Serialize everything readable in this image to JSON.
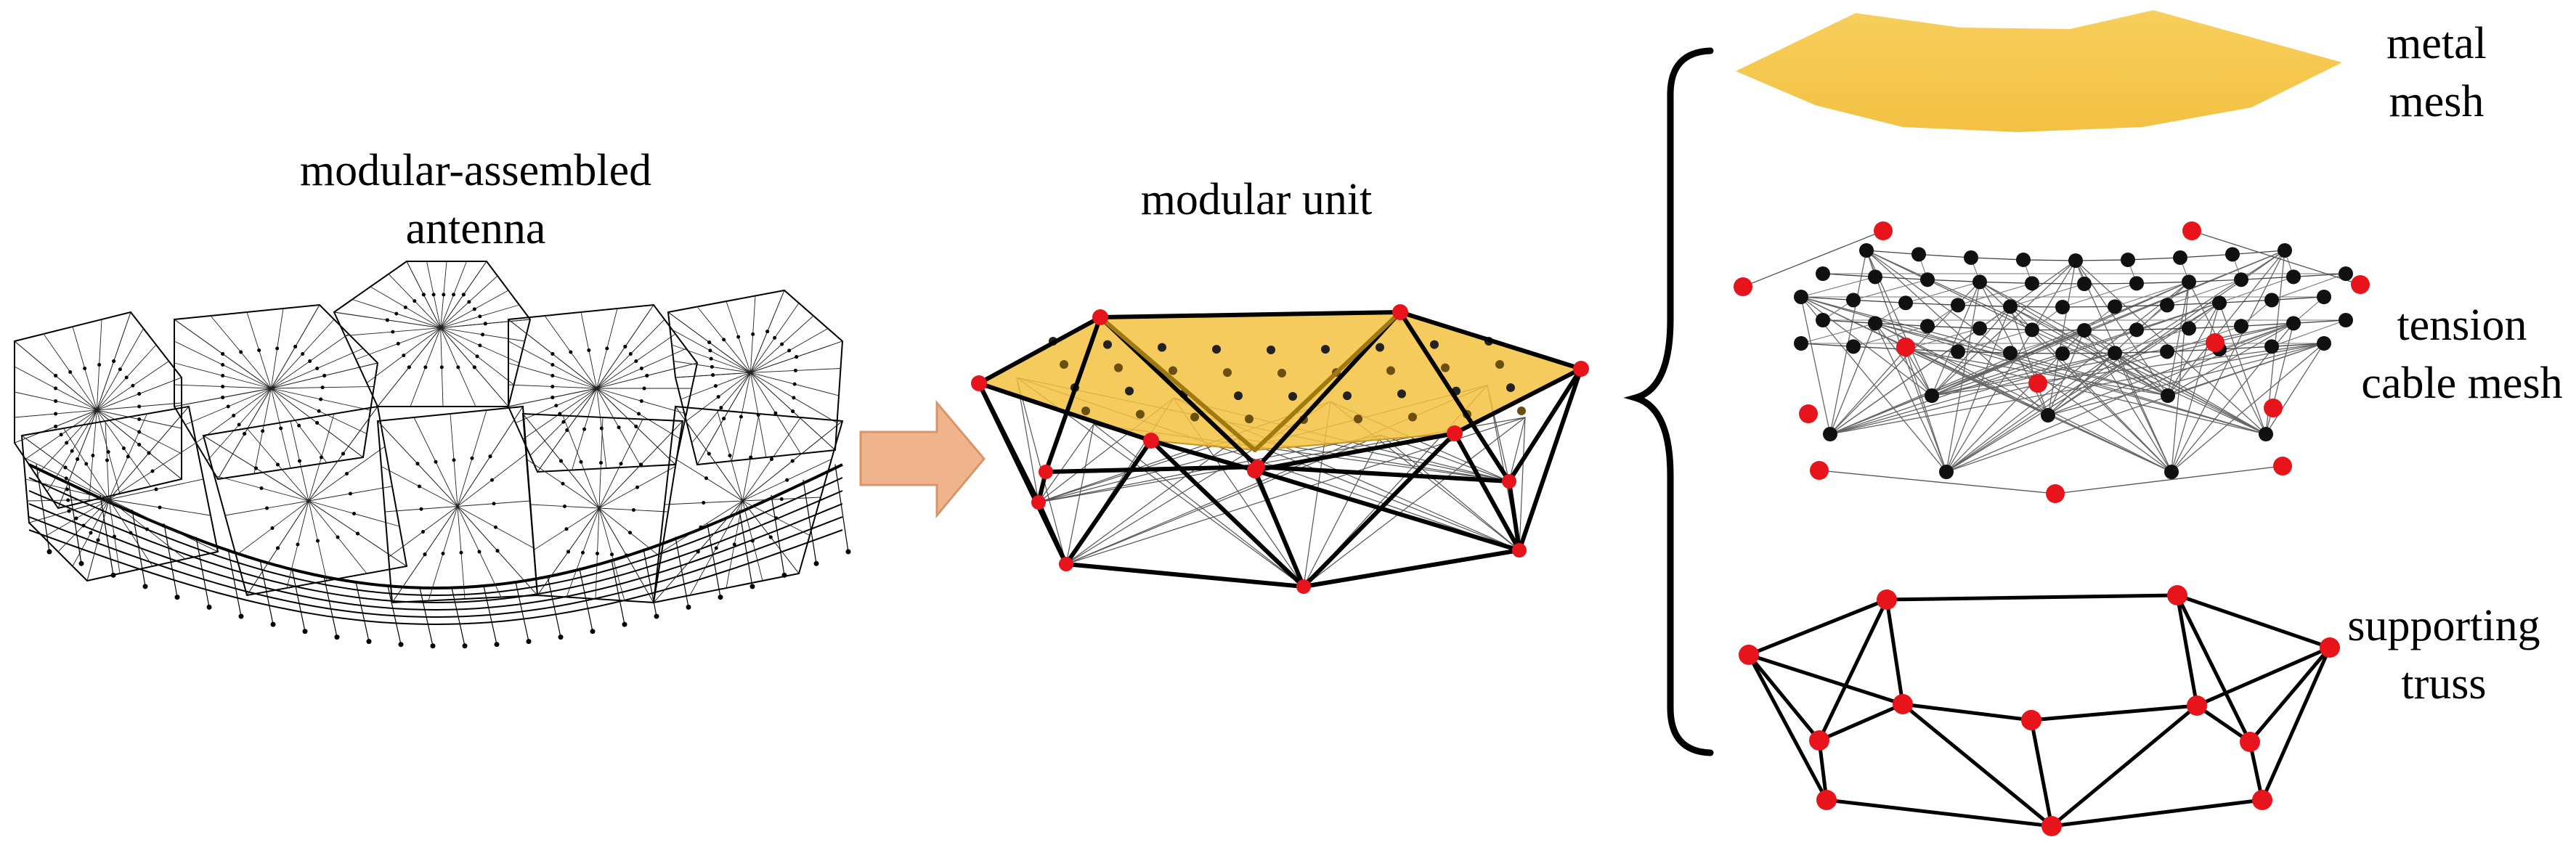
{
  "labels": {
    "assembled_line1": "modular-assembled",
    "assembled_line2": "antenna",
    "unit": "modular unit",
    "metal_line1": "metal",
    "metal_line2": "mesh",
    "tension_line1": "tension",
    "tension_line2": "cable mesh",
    "truss_line1": "supporting",
    "truss_line2": "truss"
  },
  "colors": {
    "mesh_fill": "#f6c94e",
    "node_red": "#e8141c",
    "node_black": "#111111",
    "arrow": "#f0b48c",
    "line": "#000000"
  }
}
